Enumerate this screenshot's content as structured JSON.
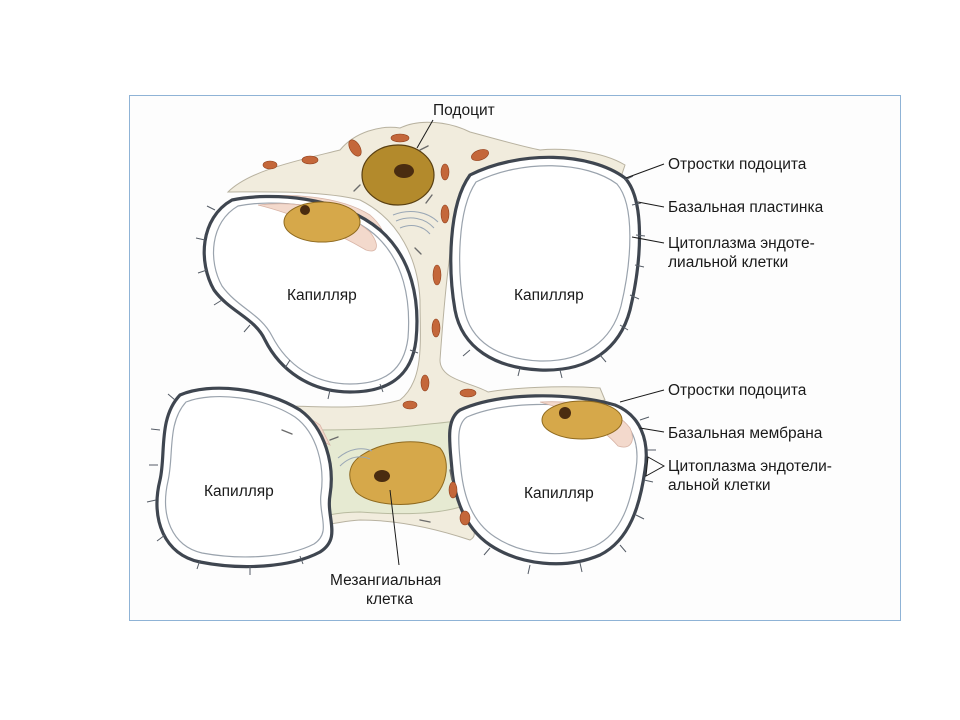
{
  "labels": {
    "podocyte": "Подоцит",
    "capillary_top_left": "Капилляр",
    "capillary_top_right": "Капилляр",
    "capillary_bottom_left": "Капилляр",
    "capillary_bottom_right": "Капилляр",
    "mesangial_line1": "Мезангиальная",
    "mesangial_line2": "клетка",
    "right_top": {
      "processes": "Отростки подоцита",
      "basal_lamina": "Базальная пластинка",
      "cytoplasm_line1": "Цитоплазма эндоте-",
      "cytoplasm_line2": "лиальной клетки"
    },
    "right_bottom": {
      "processes": "Отростки подоцита",
      "basal_membrane": "Базальная мембрана",
      "cytoplasm_line1": "Цитоплазма эндотели-",
      "cytoplasm_line2": "альной клетки"
    }
  },
  "colors": {
    "frame": "#8fb3d6",
    "membrane": "#3f4650",
    "cell_body": "#f1ecdd",
    "nucleus": "#d6a84a",
    "mitochondria": "#c4673a",
    "endothelium": "#f3d9cc"
  }
}
